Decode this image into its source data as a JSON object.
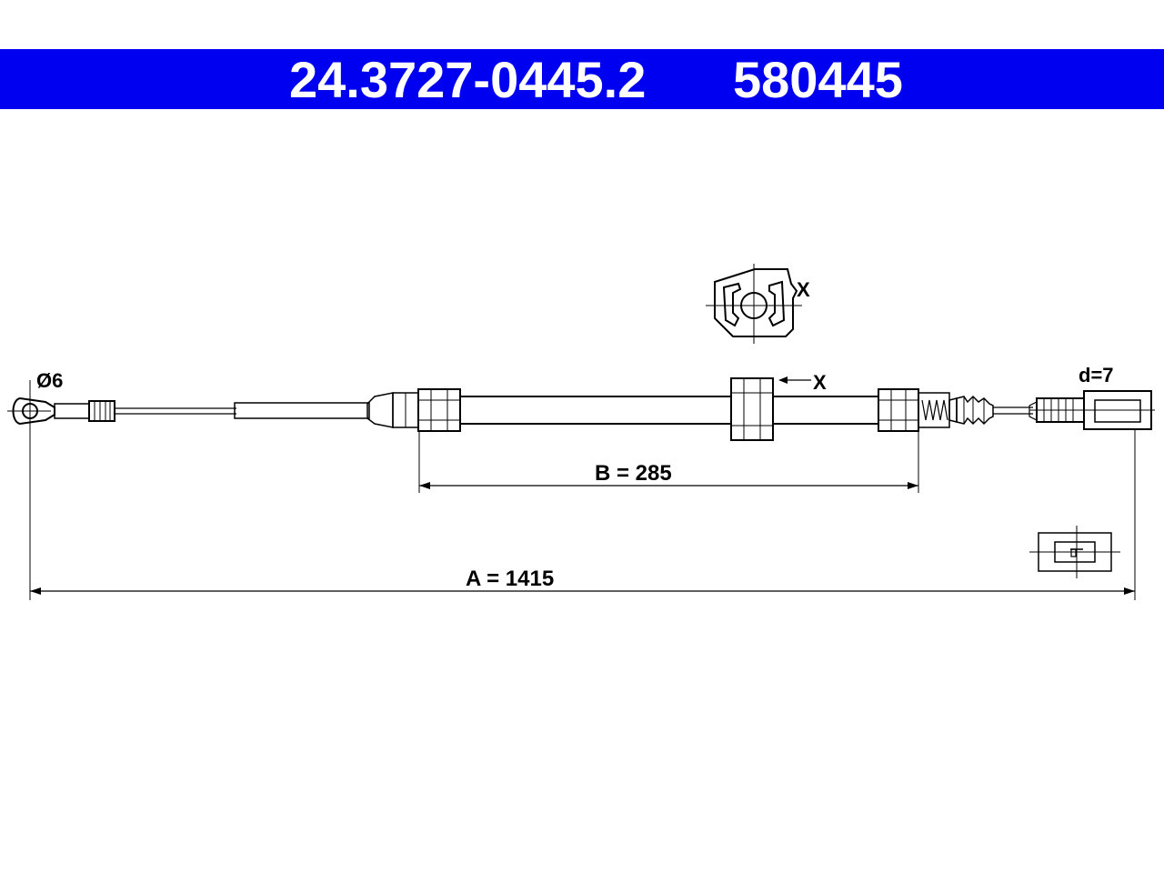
{
  "header": {
    "part_number": "24.3727-0445.2",
    "alt_number": "580445",
    "background_color": "#0000f0",
    "text_color": "#ffffff"
  },
  "labels": {
    "eye_diameter": "Ø6",
    "end_dimension": "d=7",
    "clip_marker": "X",
    "section_marker": "X",
    "dim_b": "B = 285",
    "dim_a": "A = 1415"
  }
}
